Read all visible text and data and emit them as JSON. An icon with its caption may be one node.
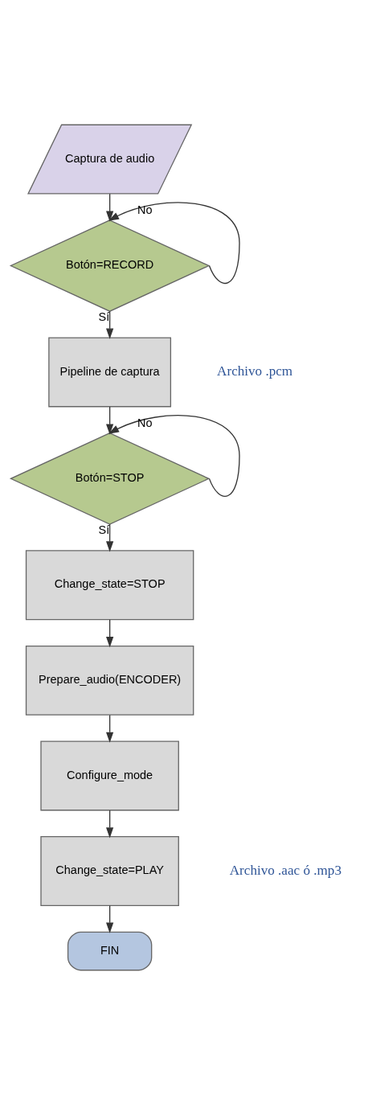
{
  "diagram": {
    "nodes": [
      {
        "text": [
          "Captura de audio"
        ]
      },
      {
        "text": [
          "Botón=RECORD"
        ]
      },
      {
        "text": [
          "Pipeline de captura"
        ],
        "beside": [
          "Archivo .pcm"
        ]
      },
      {
        "text": [
          "Botón=STOP"
        ]
      },
      {
        "text": [
          "Change_state=STOP"
        ]
      },
      {
        "text": [
          "Prepare_audio(ENCODER)"
        ]
      },
      {
        "text": [
          "Configure_mode"
        ]
      },
      {
        "text": [
          "Change_state=PLAY"
        ],
        "beside": [
          "Archivo .aac ó .mp3"
        ]
      },
      {
        "text": [
          "FIN"
        ]
      }
    ],
    "edges": [
      {
        "from": 0,
        "to": 1,
        "arrow": "to"
      },
      {
        "from": 1,
        "to": 1,
        "arrow": "to",
        "label": "No"
      },
      {
        "from": 1,
        "to": 2,
        "arrow": "to",
        "label": "Sí"
      },
      {
        "from": 2,
        "to": 3,
        "arrow": "to"
      },
      {
        "from": 3,
        "to": 3,
        "arrow": "to",
        "label": "No"
      },
      {
        "from": 3,
        "to": 4,
        "arrow": "to",
        "label": "Sí"
      },
      {
        "from": 4,
        "to": 5,
        "arrow": "to"
      },
      {
        "from": 5,
        "to": 6,
        "arrow": "to"
      },
      {
        "from": 6,
        "to": 7,
        "arrow": "to"
      },
      {
        "from": 7,
        "to": 8,
        "arrow": "to"
      }
    ]
  }
}
